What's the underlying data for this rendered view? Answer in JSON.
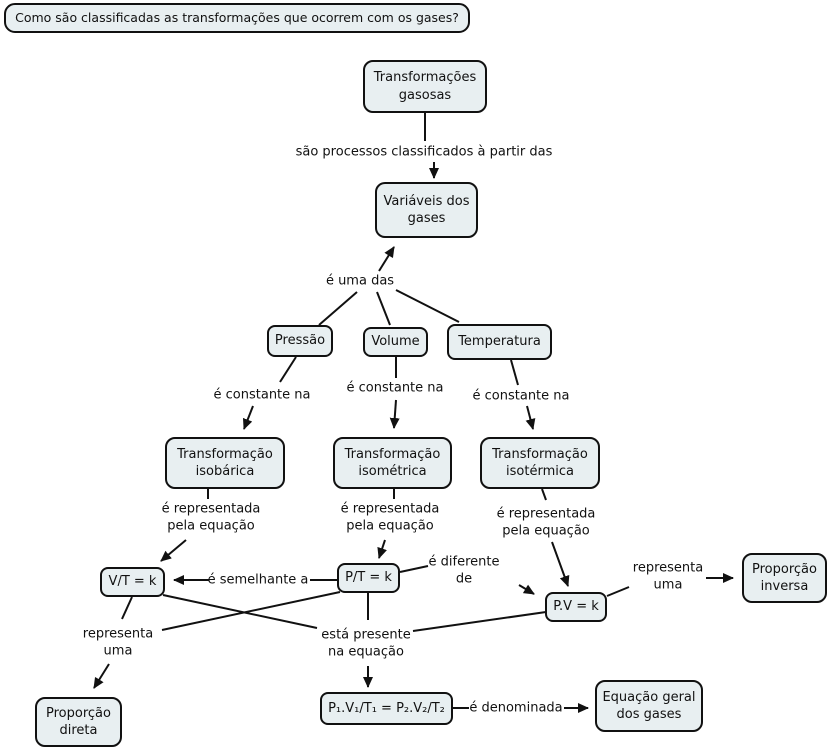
{
  "question": "Como são classificadas as transformações que ocorrem com os gases?",
  "nodes": {
    "transformacoes_gasosas": "Transformações\ngasosas",
    "variaveis_dos_gases": "Variáveis dos\ngases",
    "pressao": "Pressão",
    "volume": "Volume",
    "temperatura": "Temperatura",
    "transformacao_isobarica": "Transformação\nisobárica",
    "transformacao_isometrica": "Transformação\nisométrica",
    "transformacao_isotermica": "Transformação\nisotérmica",
    "eq_vt": "V/T = k",
    "eq_pt": "P/T = k",
    "eq_pv": "P.V = k",
    "proporcao_inversa": "Proporção\ninversa",
    "proporcao_direta": "Proporção\ndireta",
    "equacao_geral_formula": "P₁.V₁/T₁ = P₂.V₂/T₂",
    "equacao_geral_nome": "Equação geral\ndos gases"
  },
  "links": {
    "sao_processos": "são processos classificados à partir das",
    "e_uma_das": "é uma das",
    "e_constante_na_1": "é constante na",
    "e_constante_na_2": "é constante na",
    "e_constante_na_3": "é constante na",
    "e_representada_1": "é representada\npela equação",
    "e_representada_2": "é representada\npela equação",
    "e_representada_3": "é representada\npela equação",
    "e_semelhante_a": "é semelhante a",
    "e_diferente_de": "é diferente\nde",
    "representa_uma_esq": "representa\numa",
    "representa_uma_dir": "representa\numa",
    "esta_presente": "está presente\nna equação",
    "e_denominada": "é denominada"
  },
  "colors": {
    "node_fill": "#e8eff1",
    "node_border": "#111111",
    "line": "#111111",
    "background": "#ffffff"
  }
}
